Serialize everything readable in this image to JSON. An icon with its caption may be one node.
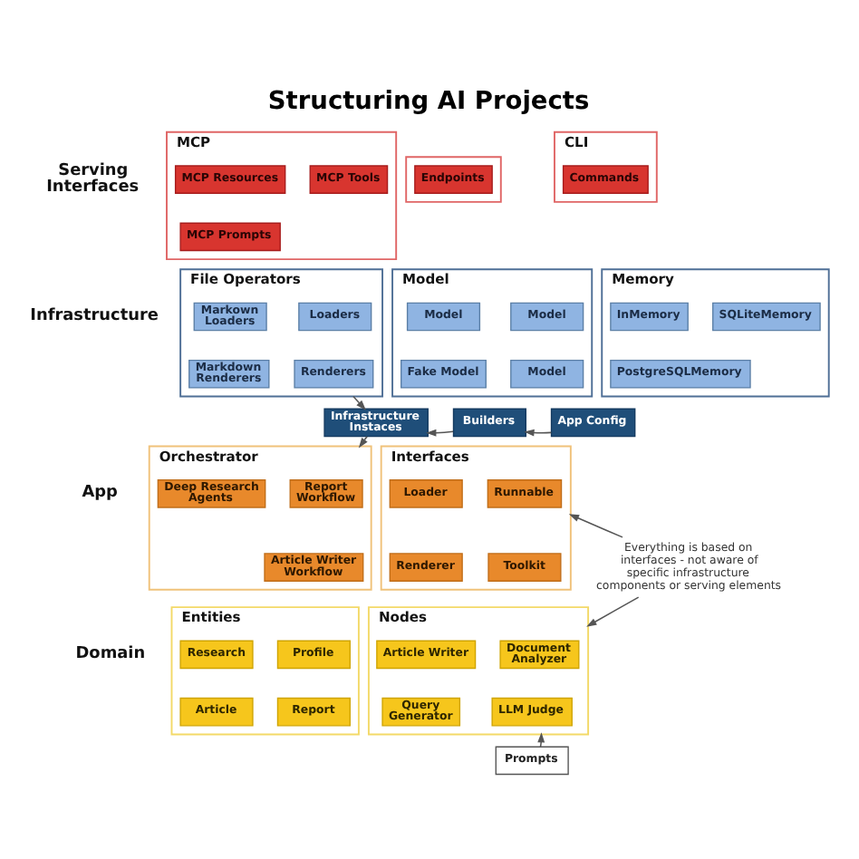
{
  "diagram": {
    "title": "Structuring AI Projects",
    "nodes": [
      {
        "text": [
          "MCP"
        ]
      },
      {
        "text": [
          "MCP Resources"
        ],
        "in": 0
      },
      {
        "text": [
          "MCP Tools"
        ],
        "in": 0
      },
      {
        "text": [
          "MCP Prompts"
        ],
        "in": 0
      },
      {
        "text": [],
        "shape": "box"
      },
      {
        "text": [
          "Endpoints"
        ],
        "in": 4
      },
      {
        "text": [
          "CLI"
        ]
      },
      {
        "text": [
          "Commands"
        ],
        "in": 6
      },
      {
        "text": [
          "File Operators"
        ]
      },
      {
        "text": [
          "Markown Loaders"
        ],
        "in": 8
      },
      {
        "text": [
          "Loaders"
        ],
        "in": 8
      },
      {
        "text": [
          "Markdown Renderers"
        ],
        "in": 8
      },
      {
        "text": [
          "Renderers"
        ],
        "in": 8
      },
      {
        "text": [
          "Model"
        ]
      },
      {
        "text": [
          "Model"
        ],
        "in": 13
      },
      {
        "text": [
          "Model"
        ],
        "in": 13
      },
      {
        "text": [
          "Fake Model"
        ],
        "in": 13
      },
      {
        "text": [
          "Model"
        ],
        "in": 13
      },
      {
        "text": [
          "Memory"
        ]
      },
      {
        "text": [
          "InMemory"
        ],
        "in": 18
      },
      {
        "text": [
          "SQLiteMemory"
        ],
        "in": 18
      },
      {
        "text": [
          "PostgreSQLMemory"
        ],
        "in": 18
      },
      {
        "text": [
          "Infrastructure Instaces"
        ]
      },
      {
        "text": [
          "Builders"
        ]
      },
      {
        "text": [
          "App Config"
        ]
      },
      {
        "text": [
          "Orchestrator"
        ]
      },
      {
        "text": [
          "Deep Research Agents"
        ],
        "in": 25
      },
      {
        "text": [
          "Report Workflow"
        ],
        "in": 25
      },
      {
        "text": [
          "Article Writer Workflow"
        ],
        "in": 25
      },
      {
        "text": [
          "Interfaces"
        ]
      },
      {
        "text": [
          "Loader"
        ],
        "in": 29
      },
      {
        "text": [
          "Runnable"
        ],
        "in": 29
      },
      {
        "text": [
          "Renderer"
        ],
        "in": 29
      },
      {
        "text": [
          "Toolkit"
        ],
        "in": 29
      },
      {
        "text": [
          "Entities"
        ]
      },
      {
        "text": [
          "Research"
        ],
        "in": 34
      },
      {
        "text": [
          "Profile"
        ],
        "in": 34
      },
      {
        "text": [
          "Article"
        ],
        "in": 34
      },
      {
        "text": [
          "Report"
        ],
        "in": 34
      },
      {
        "text": [
          "Nodes"
        ]
      },
      {
        "text": [
          "Article Writer"
        ],
        "in": 39
      },
      {
        "text": [
          "Document Analyzer"
        ],
        "in": 39
      },
      {
        "text": [
          "Query Generator"
        ],
        "in": 39
      },
      {
        "text": [
          "LLM Judge"
        ],
        "in": 39
      },
      {
        "text": [
          "Everything is based on interfaces - not aware of specific infrastructure components or serving elements"
        ]
      },
      {
        "text": [
          "Prompts"
        ]
      }
    ],
    "edges": [
      {
        "from": 8,
        "to": 22,
        "arrow": "to"
      },
      {
        "from": 22,
        "to": 25,
        "arrow": "to"
      },
      {
        "from": 23,
        "to": 22,
        "arrow": "to"
      },
      {
        "from": 24,
        "to": 23,
        "arrow": "to"
      },
      {
        "from": 44,
        "to": 29,
        "arrow": "to"
      },
      {
        "from": 44,
        "to": 39,
        "arrow": "to"
      },
      {
        "from": 45,
        "to": 39,
        "arrow": "to"
      }
    ],
    "labels": [
      "Serving Interfaces",
      "Infrastructure",
      "App",
      "Domain"
    ]
  }
}
